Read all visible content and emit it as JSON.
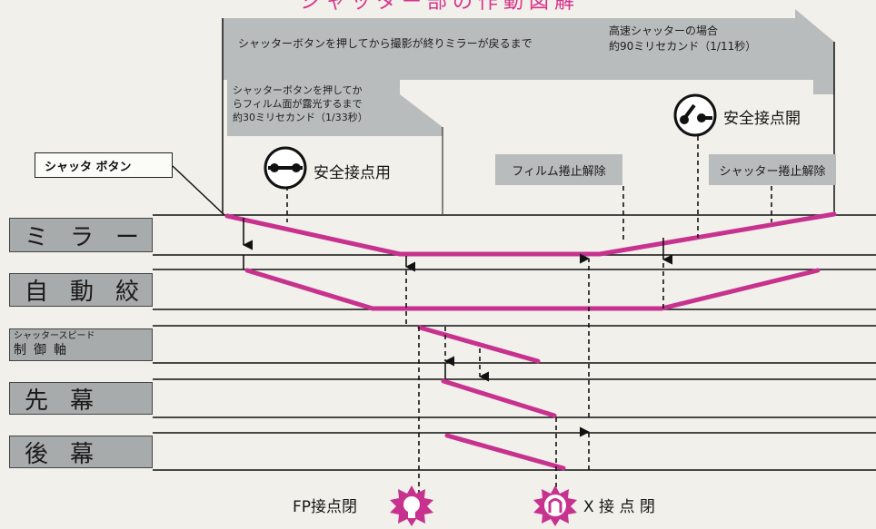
{
  "title_fragment": "シャッター部の作動図解",
  "notes": {
    "full_cycle": "シャッターボタンを押してから撮影が終りミラーが戻るまで",
    "high_speed_line1": "高速シャッターの場合",
    "high_speed_line2": "約90ミリセカンド（1/11秒）",
    "exposure_line1": "シャッターボタンを押してか",
    "exposure_line2": "らフィルム面が露光するまで",
    "exposure_line3": "約30ミリセカンド（1/33秒）"
  },
  "button_label": "シャッタ ボタン",
  "events": {
    "safety_on": "安全接点用",
    "safety_open": "安全接点開",
    "film_wind_release": "フィルム捲止解除",
    "shutter_wind_release": "シャッター捲止解除",
    "fp_contact": "FP接点閉",
    "x_contact": "X 接 点 閉"
  },
  "rows": {
    "mirror": "ミラー",
    "aperture": "自動絞",
    "speed_sub": "シャッタースピード",
    "speed_main": "制御軸",
    "front_curtain": "先幕",
    "rear_curtain": "後幕"
  },
  "colors": {
    "curve": "#c8328f",
    "banner": "#b9bcbc",
    "label_box": "#a7abab",
    "background": "#f1f0eb"
  },
  "icons": [
    "safety-contact-closed-icon",
    "safety-contact-open-icon",
    "flash-bulb-icon",
    "x-contact-flash-icon"
  ]
}
